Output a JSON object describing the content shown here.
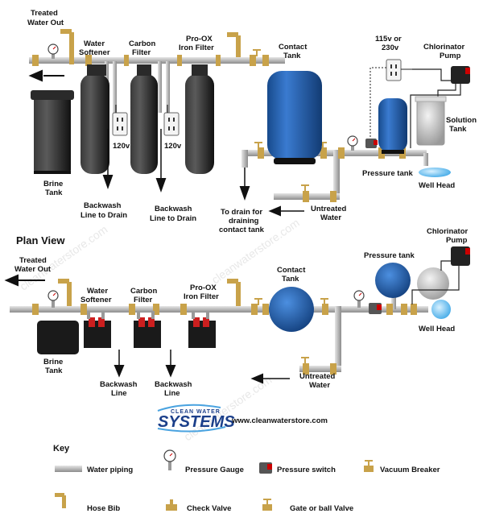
{
  "diagram": {
    "top": {
      "treated_out": [
        "Treated",
        "Water Out"
      ],
      "softener": [
        "Water",
        "Softener"
      ],
      "carbon": [
        "Carbon",
        "Filter"
      ],
      "iron": [
        "Pro-OX",
        "Iron Filter"
      ],
      "contact": [
        "Contact",
        "Tank"
      ],
      "power": [
        "115v or",
        "230v"
      ],
      "chlor_pump": [
        "Chlorinator",
        "Pump"
      ],
      "solution": [
        "Solution",
        "Tank"
      ],
      "brine": [
        "Brine",
        "Tank"
      ],
      "v120_a": "120v",
      "v120_b": "120v",
      "backwash_a": [
        "Backwash",
        "Line to Drain"
      ],
      "backwash_b": [
        "Backwash",
        "Line to Drain"
      ],
      "pressure_tank": "Pressure tank",
      "well_head": "Well Head",
      "to_drain": [
        "To drain for",
        "draining",
        "contact tank"
      ],
      "untreated": [
        "Untreated",
        "Water"
      ]
    },
    "plan": {
      "title": "Plan View",
      "treated_out": [
        "Treated",
        "Water Out"
      ],
      "softener": [
        "Water",
        "Softener"
      ],
      "carbon": [
        "Carbon",
        "Filter"
      ],
      "iron": [
        "Pro-OX",
        "Iron Filter"
      ],
      "contact": [
        "Contact",
        "Tank"
      ],
      "pressure_tank": "Pressure tank",
      "chlor_pump": [
        "Chlorinator",
        "Pump"
      ],
      "brine": [
        "Brine",
        "Tank"
      ],
      "backwash_a": [
        "Backwash",
        "Line"
      ],
      "backwash_b": [
        "Backwash",
        "Line"
      ],
      "well_head": "Well Head",
      "untreated": [
        "Untreated",
        "Water"
      ]
    },
    "logo": {
      "top": "CLEAN WATER",
      "main": "SYSTEMS",
      "url": "www.cleanwaterstore.com"
    },
    "key": {
      "title": "Key",
      "water_piping": "Water piping",
      "pressure_gauge": "Pressure Gauge",
      "pressure_switch": "Pressure switch",
      "vacuum_breaker": "Vacuum Breaker",
      "hose_bib": "Hose Bib",
      "check_valve": "Check Valve",
      "gate_valve": "Gate or ball Valve"
    },
    "colors": {
      "pipe": "#b9b9b9",
      "fitting": "#c8a24a",
      "tank_blue": "#1f5aa8",
      "tank_black": "#1a1a1a",
      "valve_red": "#cc1f1f",
      "water": "#6fc4f0"
    }
  }
}
